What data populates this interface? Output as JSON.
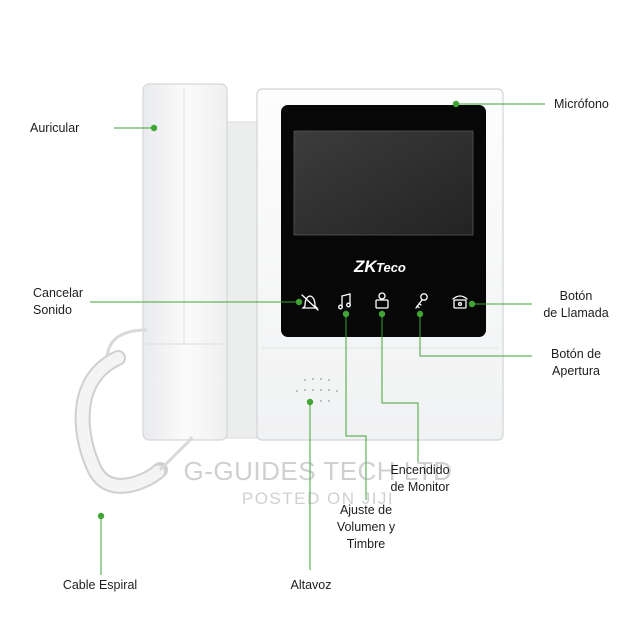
{
  "device": {
    "brand_logo": "ZKTeco",
    "accent_color": "#3fa535",
    "button_icons": [
      "mute-bell-icon",
      "music-note-icon",
      "person-monitor-icon",
      "key-icon",
      "phone-call-icon"
    ]
  },
  "labels": {
    "auricular": "Auricular",
    "microfono": "Micrófono",
    "cancelar_line1": "Cancelar",
    "cancelar_line2": "Sonido",
    "boton_llamada_line1": "Botón",
    "boton_llamada_line2": "de Llamada",
    "boton_apertura_line1": "Botón de",
    "boton_apertura_line2": "Apertura",
    "encendido_line1": "Encendido",
    "encendido_line2": "de Monitor",
    "ajuste_line1": "Ajuste de",
    "ajuste_line2": "Volumen y",
    "ajuste_line3": "Timbre",
    "cable_espiral": "Cable Espiral",
    "altavoz": "Altavoz"
  },
  "watermark": {
    "line1": "G-GUIDES TECH LTD",
    "line2": "POSTED ON JIJI"
  }
}
